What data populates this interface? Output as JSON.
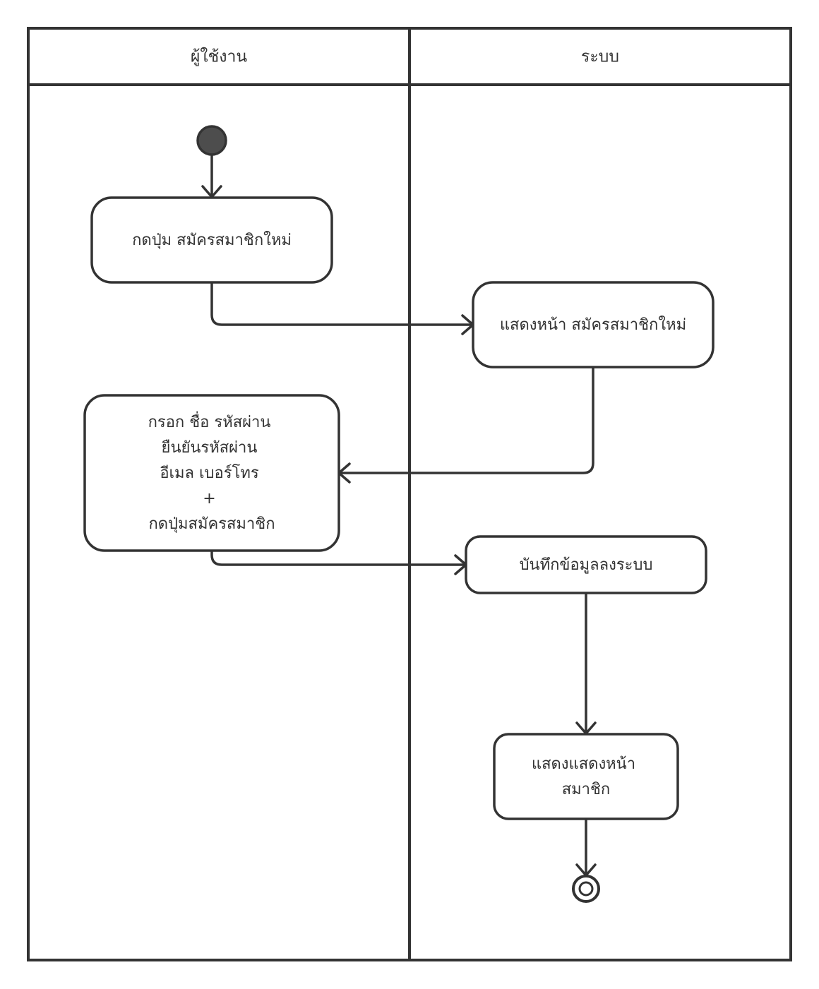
{
  "lanes": {
    "user": {
      "title": "ผู้ใช้งาน"
    },
    "system": {
      "title": "ระบบ"
    }
  },
  "activities": {
    "click_register": {
      "lines": [
        "กดปุ่ม สมัครสมาชิกใหม่"
      ]
    },
    "show_register_page": {
      "lines": [
        "แสดงหน้า สมัครสมาชิกใหม่"
      ]
    },
    "fill_form": {
      "lines": [
        "กรอก ชื่อ รหัสผ่าน",
        "ยืนยันรหัสผ่าน",
        "อีเมล เบอร์โทร",
        "+",
        "กดปุ่มสมัครสมาชิก"
      ]
    },
    "save_data": {
      "lines": [
        "บันทึกข้อมูลลงระบบ"
      ]
    },
    "show_member_page": {
      "lines": [
        "แสดงแสดงหน้า",
        "สมาชิก"
      ]
    }
  },
  "colors": {
    "stroke": "#333333",
    "start_fill": "#4d4d4d",
    "background": "#ffffff"
  }
}
